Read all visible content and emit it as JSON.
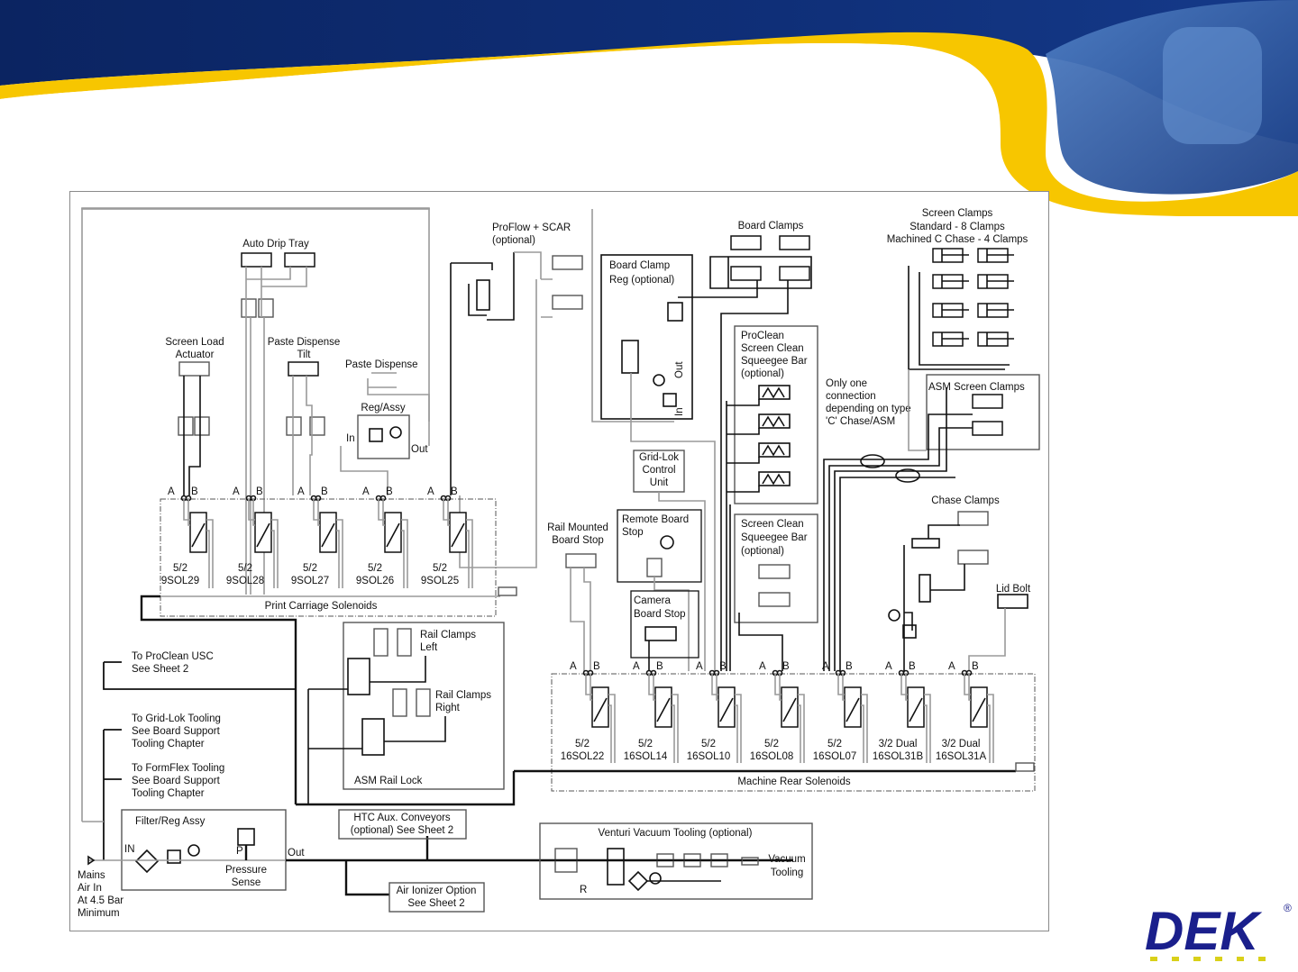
{
  "diagram": {
    "title_blocks": {
      "auto_drip_tray": "Auto Drip Tray",
      "proflow_scar": [
        "ProFlow + SCAR",
        "(optional)"
      ],
      "board_clamps": "Board Clamps",
      "screen_clamps": [
        "Screen Clamps",
        "Standard - 8 Clamps",
        "Machined C Chase - 4 Clamps"
      ],
      "board_clamp_reg": [
        "Board Clamp",
        "Reg (optional)"
      ],
      "board_clamp_reg_ports": {
        "out": "Out",
        "in": "In"
      },
      "screen_load_actuator": [
        "Screen Load",
        "Actuator"
      ],
      "paste_dispense_tilt": [
        "Paste Dispense",
        "Tilt"
      ],
      "paste_dispense": "Paste Dispense",
      "reg_assy": "Reg/Assy",
      "reg_assy_ports": {
        "in": "In",
        "out": "Out"
      },
      "proclean_squeegee": [
        "ProClean",
        "Screen Clean",
        "Squeegee Bar",
        "(optional)"
      ],
      "only_one_connection": [
        "Only one",
        "connection",
        "depending on type",
        "'C' Chase/ASM"
      ],
      "asm_screen_clamps": "ASM Screen Clamps",
      "grid_lok_control": [
        "Grid-Lok",
        "Control",
        "Unit"
      ],
      "remote_board_stop": [
        "Remote Board",
        "Stop"
      ],
      "rail_mounted_board_stop": [
        "Rail Mounted",
        "Board Stop"
      ],
      "screen_clean_squeegee": [
        "Screen Clean",
        "Squeegee Bar",
        "(optional)"
      ],
      "chase_clamps": "Chase Clamps",
      "lid_bolt": "Lid Bolt",
      "camera_board_stop": [
        "Camera",
        "Board Stop"
      ],
      "rail_clamps_left": [
        "Rail Clamps",
        "Left"
      ],
      "rail_clamps_right": [
        "Rail Clamps",
        "Right"
      ],
      "asm_rail_lock": "ASM Rail Lock",
      "to_proclean_usc": [
        "To ProClean USC",
        "See Sheet 2"
      ],
      "to_grid_lok": [
        "To Grid-Lok Tooling",
        "See Board Support",
        "Tooling Chapter"
      ],
      "to_formflex": [
        "To FormFlex Tooling",
        "See Board Support",
        "Tooling Chapter"
      ],
      "filter_reg_assy": "Filter/Reg Assy",
      "filter_ports": {
        "in": "IN",
        "out": "Out",
        "p": "P"
      },
      "pressure_sense": [
        "Pressure",
        "Sense"
      ],
      "mains_air": [
        "Mains",
        "Air In",
        "At 4.5 Bar",
        "Minimum"
      ],
      "htc_aux": [
        "HTC Aux. Conveyors",
        "(optional) See Sheet 2"
      ],
      "air_ionizer": [
        "Air Ionizer Option",
        "See Sheet 2"
      ],
      "venturi": "Venturi Vacuum Tooling (optional)",
      "venturi_r": "R",
      "vacuum_tooling": [
        "Vacuum",
        "Tooling"
      ]
    },
    "print_carriage": {
      "label": "Print Carriage Solenoids",
      "solenoids": [
        {
          "type": "5/2",
          "id": "9SOL29"
        },
        {
          "type": "5/2",
          "id": "9SOL28"
        },
        {
          "type": "5/2",
          "id": "9SOL27"
        },
        {
          "type": "5/2",
          "id": "9SOL26"
        },
        {
          "type": "5/2",
          "id": "9SOL25"
        }
      ]
    },
    "machine_rear": {
      "label": "Machine Rear Solenoids",
      "solenoids": [
        {
          "type": "5/2",
          "id": "16SOL22"
        },
        {
          "type": "5/2",
          "id": "16SOL14"
        },
        {
          "type": "5/2",
          "id": "16SOL10"
        },
        {
          "type": "5/2",
          "id": "16SOL08"
        },
        {
          "type": "5/2",
          "id": "16SOL07"
        },
        {
          "type": "3/2 Dual",
          "id": "16SOL31B"
        },
        {
          "type": "3/2 Dual",
          "id": "16SOL31A"
        }
      ]
    },
    "port_labels": {
      "a": "A",
      "b": "B"
    }
  },
  "branding": {
    "logo_text": "DEK",
    "logo_mark": "®",
    "colors": {
      "navy": "#0d2a6b",
      "yellow": "#f7c600",
      "logo_blue": "#1a1f8c"
    }
  }
}
